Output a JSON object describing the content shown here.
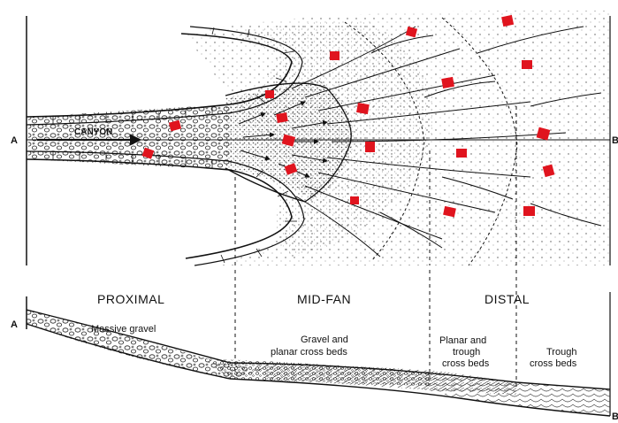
{
  "plan_view": {
    "left_marker": "A",
    "right_marker": "B",
    "canyon_label": "CANYON"
  },
  "cross_section": {
    "left_marker": "A",
    "right_marker": "B",
    "zones": [
      {
        "name": "PROXIMAL",
        "facies": [
          "Massive gravel"
        ]
      },
      {
        "name": "MID-FAN",
        "facies": [
          "Gravel and",
          "planar cross beds"
        ]
      },
      {
        "name": "DISTAL",
        "facies_left": [
          "Planar and",
          "trough",
          "cross beds"
        ],
        "facies_right": [
          "Trough",
          "cross beds"
        ]
      }
    ]
  },
  "colors": {
    "ink": "#111111",
    "highlight": "#e0141e",
    "stipple": "#bdbdbd"
  }
}
